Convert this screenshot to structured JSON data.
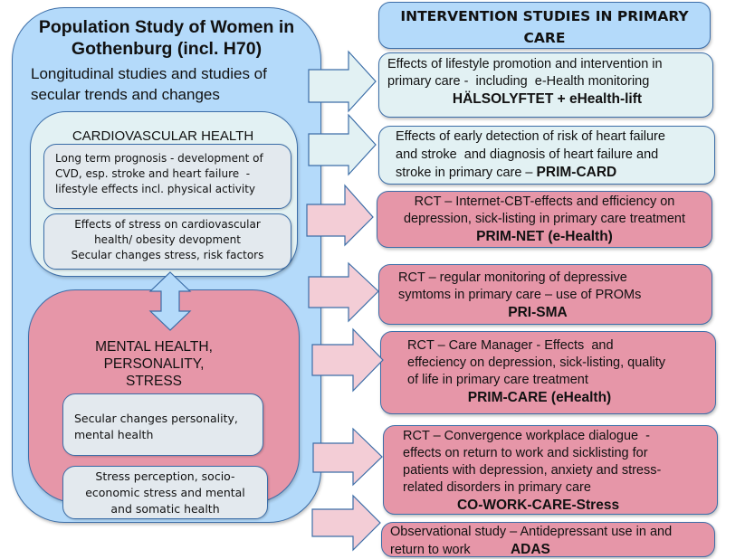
{
  "colors": {
    "blue_fill": "#b4dafa",
    "light_fill": "#e2f1f3",
    "pink_fill": "#e696a8",
    "pink_arrow": "#f3cdd6",
    "light_arrow": "#e2f1f3",
    "inner_box_fill": "#e3e9ee",
    "border": "#3c6ea8"
  },
  "population_study": {
    "title_lines": [
      "Population Study of Women in",
      "Gothenburg (incl. H70)"
    ],
    "subtitle_lines": [
      "Longitudinal studies and studies of",
      "secular trends and changes"
    ]
  },
  "cardiovascular": {
    "title": "CARDIOVASCULAR HEALTH",
    "boxes": [
      {
        "lines": [
          "Long term prognosis - development of",
          "CVD, esp. stroke and heart failure  -",
          "lifestyle effects incl. physical activity"
        ]
      },
      {
        "lines": [
          "Effects of stress on cardiovascular",
          "health/ obesity devopment",
          "Secular changes stress, risk factors"
        ]
      }
    ]
  },
  "mental_health": {
    "title_lines": [
      "MENTAL HEALTH,",
      "PERSONALITY,",
      "STRESS"
    ],
    "boxes": [
      {
        "lines": [
          "Secular changes personality,",
          "mental health"
        ]
      },
      {
        "lines": [
          "Stress perception, socio-",
          "economic stress and mental",
          "and somatic health"
        ]
      }
    ]
  },
  "intervention": {
    "header_lines": [
      "INTERVENTION STUDIES IN PRIMARY",
      "CARE"
    ],
    "studies": [
      {
        "theme": "light",
        "lines": [
          "Effects of lifestyle promotion and intervention in",
          "primary care -  including  e-Health monitoring"
        ],
        "acronym": "HÄLSOLYFTET + eHealth-lift"
      },
      {
        "theme": "light",
        "lines": [
          "Effects of early detection of risk of heart failure",
          "and stroke  and diagnosis of heart failure and",
          "stroke in primary care – "
        ],
        "acronym": "PRIM-CARD"
      },
      {
        "theme": "pink",
        "lines": [
          "RCT – Internet-CBT-effects and efficiency on",
          "depression, sick-listing in primary care treatment"
        ],
        "acronym": "PRIM-NET (e-Health)"
      },
      {
        "theme": "pink",
        "lines": [
          "RCT – regular monitoring of depressive",
          "symtoms in primary care – use of PROMs"
        ],
        "acronym": "PRI-SMA"
      },
      {
        "theme": "pink",
        "lines": [
          "RCT – Care Manager - Effects  and",
          "effeciency on depression, sick-listing, quality",
          "of life in primary care treatment"
        ],
        "acronym": "PRIM-CARE (eHealth)"
      },
      {
        "theme": "pink",
        "lines": [
          "RCT – Convergence workplace dialogue  -",
          "effects on return to work and sicklisting for",
          "patients with depression, anxiety and stress-",
          "related disorders in primary care"
        ],
        "acronym": "CO-WORK-CARE-Stress"
      },
      {
        "theme": "pink",
        "lines": [
          "Observational study – Antidepressant use in and",
          "return to work           "
        ],
        "acronym": "ADAS"
      }
    ]
  },
  "arrows": [
    {
      "name": "arrow-to-halsolyftet",
      "theme": "light"
    },
    {
      "name": "arrow-to-prim-card",
      "theme": "light"
    },
    {
      "name": "arrow-to-prim-net",
      "theme": "pink"
    },
    {
      "name": "arrow-to-pri-sma",
      "theme": "pink"
    },
    {
      "name": "arrow-to-prim-care",
      "theme": "pink"
    },
    {
      "name": "arrow-to-co-work-care",
      "theme": "pink"
    },
    {
      "name": "arrow-to-adas",
      "theme": "pink"
    }
  ]
}
